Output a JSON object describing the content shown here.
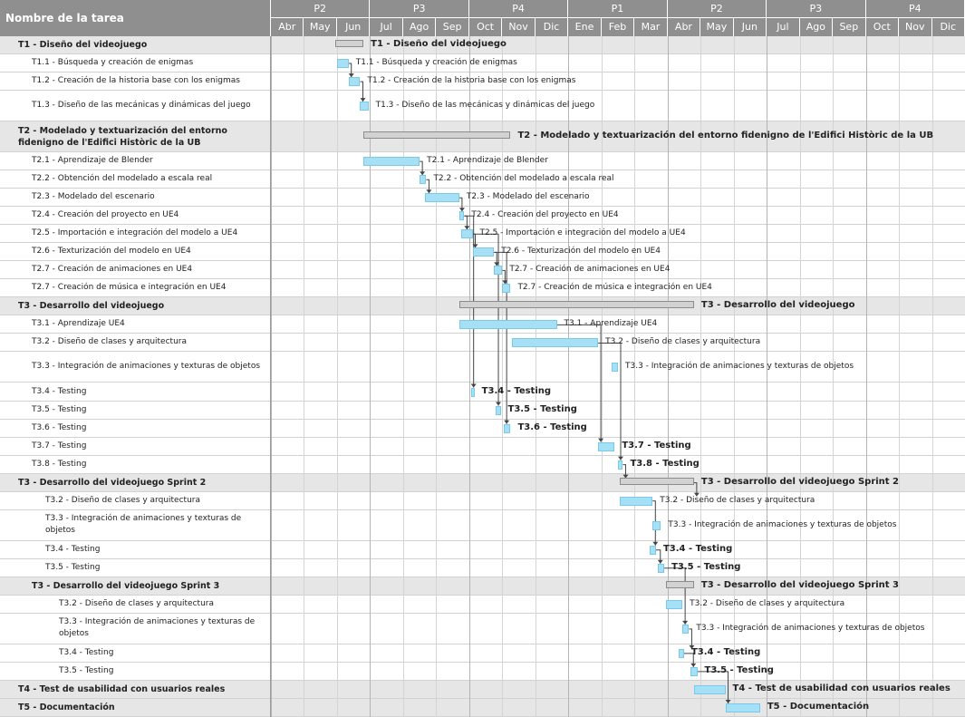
{
  "header": {
    "task_name_label": "Nombre de la tarea",
    "quarters": [
      "P2",
      "P3",
      "P4",
      "P1",
      "P2",
      "P3",
      "P4"
    ],
    "months": [
      "Abr",
      "May",
      "Jun",
      "Jul",
      "Ago",
      "Sep",
      "Oct",
      "Nov",
      "Dic",
      "Ene",
      "Feb",
      "Mar",
      "Abr",
      "May",
      "Jun",
      "Jul",
      "Ago",
      "Sep",
      "Oct",
      "Nov",
      "Dic"
    ]
  },
  "tasks": [
    {
      "name": "T1 - Diseño del videojuego",
      "bar_label": "T1 - Diseño del videojuego",
      "level": 0,
      "kind": "summary",
      "start": 1.95,
      "end": 2.8
    },
    {
      "name": "T1.1 - Búsqueda y creación de enigmas",
      "bar_label": "T1.1 - Búsqueda y creación de enigmas",
      "level": 1,
      "kind": "task",
      "start": 2.0,
      "end": 2.35
    },
    {
      "name": "T1.2 - Creación de la historia base con los enigmas",
      "bar_label": "T1.2 - Creación de la historia base con los enigmas",
      "level": 1,
      "kind": "task",
      "start": 2.35,
      "end": 2.7
    },
    {
      "name": "T1.3 - Diseño de las mecánicas y dinámicas del juego",
      "bar_label": "T1.3 - Diseño de las mecánicas y dinámicas del juego",
      "level": 1,
      "kind": "task",
      "start": 2.7,
      "end": 2.95
    },
    {
      "name": "T2 - Modelado y textuarización del entorno fidenigno de l'Edifici Històric de la UB",
      "bar_label": "T2 - Modelado y textuarización del entorno fidenigno de l'Edifici Històric de la UB",
      "level": 0,
      "kind": "summary",
      "start": 2.8,
      "end": 7.25
    },
    {
      "name": "T2.1 - Aprendizaje de Blender",
      "bar_label": "T2.1 - Aprendizaje de Blender",
      "level": 1,
      "kind": "task",
      "start": 2.8,
      "end": 4.5
    },
    {
      "name": "T2.2 - Obtención del modelado a escala real",
      "bar_label": "T2.2 - Obtención del modelado a escala real",
      "level": 1,
      "kind": "task",
      "start": 4.5,
      "end": 4.7
    },
    {
      "name": "T2.3 - Modelado del escenario",
      "bar_label": "T2.3 - Modelado del escenario",
      "level": 1,
      "kind": "task",
      "start": 4.65,
      "end": 5.7
    },
    {
      "name": "T2.4 - Creación del proyecto en UE4",
      "bar_label": "T2.4 - Creación del proyecto en UE4",
      "level": 1,
      "kind": "task",
      "start": 5.7,
      "end": 5.85
    },
    {
      "name": "T2.5 - Importación e integración del modelo a UE4",
      "bar_label": "T2.5 - Importación e integración del modelo a UE4",
      "level": 1,
      "kind": "task",
      "start": 5.75,
      "end": 6.1
    },
    {
      "name": "T2.6 - Texturización del modelo en UE4",
      "bar_label": "T2.6 - Texturización del modelo en UE4",
      "level": 1,
      "kind": "task",
      "start": 6.1,
      "end": 6.75
    },
    {
      "name": "T2.7 - Creación de animaciones en UE4",
      "bar_label": "T2.7 - Creación de animaciones en UE4",
      "level": 1,
      "kind": "task",
      "start": 6.75,
      "end": 7.0
    },
    {
      "name": "T2.7 - Creación de música e integración en UE4",
      "bar_label": "T2.7 - Creación de música e integración en UE4",
      "level": 1,
      "kind": "task",
      "start": 7.0,
      "end": 7.25
    },
    {
      "name": "T3 - Desarrollo del videojuego",
      "bar_label": "T3 - Desarrollo del videojuego",
      "level": 0,
      "kind": "summary",
      "start": 5.7,
      "end": 12.8
    },
    {
      "name": "T3.1 - Aprendizaje UE4",
      "bar_label": "T3.1 - Aprendizaje UE4",
      "level": 1,
      "kind": "task",
      "start": 5.7,
      "end": 8.65
    },
    {
      "name": "T3.2 - Diseño de clases y arquitectura",
      "bar_label": "T3.2 - Diseño de clases y arquitectura",
      "level": 1,
      "kind": "task",
      "start": 7.3,
      "end": 9.9
    },
    {
      "name": "T3.3 - Integración de animaciones y texturas de objetos",
      "bar_label": "T3.3 - Integración de animaciones y texturas de objetos",
      "level": 1,
      "kind": "task",
      "start": 10.3,
      "end": 10.5
    },
    {
      "name": "T3.4 - Testing",
      "bar_label": "T3.4 - Testing",
      "level": 1,
      "kind": "task",
      "start": 6.05,
      "end": 6.15
    },
    {
      "name": "T3.5 - Testing",
      "bar_label": "T3.5 - Testing",
      "level": 1,
      "kind": "task",
      "start": 6.8,
      "end": 6.95
    },
    {
      "name": "T3.6 - Testing",
      "bar_label": "T3.6 - Testing",
      "level": 1,
      "kind": "task",
      "start": 7.05,
      "end": 7.25
    },
    {
      "name": "T3.7 - Testing",
      "bar_label": "T3.7 - Testing",
      "level": 1,
      "kind": "task",
      "start": 9.9,
      "end": 10.4
    },
    {
      "name": "T3.8 - Testing",
      "bar_label": "T3.8 - Testing",
      "level": 1,
      "kind": "task",
      "start": 10.5,
      "end": 10.65
    },
    {
      "name": "T3 - Desarrollo del videojuego Sprint 2",
      "bar_label": "T3 - Desarrollo del videojuego Sprint 2",
      "level": 0,
      "kind": "summary",
      "start": 10.55,
      "end": 12.8
    },
    {
      "name": "T3.2 - Diseño de clases y arquitectura",
      "bar_label": "T3.2 - Diseño de clases y arquitectura",
      "level": 2,
      "kind": "task",
      "start": 10.55,
      "end": 11.55
    },
    {
      "name": "T3.3 - Integración de animaciones y texturas de objetos",
      "bar_label": "T3.3 - Integración de animaciones y texturas de objetos",
      "level": 2,
      "kind": "task",
      "start": 11.55,
      "end": 11.8
    },
    {
      "name": "T3.4 - Testing",
      "bar_label": "T3.4 - Testing",
      "level": 2,
      "kind": "task",
      "start": 11.45,
      "end": 11.65
    },
    {
      "name": "T3.5 - Testing",
      "bar_label": "T3.5 - Testing",
      "level": 2,
      "kind": "task",
      "start": 11.7,
      "end": 11.9
    },
    {
      "name": "T3 - Desarrollo del videojuego Sprint 3",
      "bar_label": "T3 - Desarrollo del videojuego Sprint 3",
      "level": 1,
      "kind": "summary",
      "start": 11.95,
      "end": 12.8
    },
    {
      "name": "T3.2 - Diseño de clases y arquitectura",
      "bar_label": "T3.2 - Diseño de clases y arquitectura",
      "level": 3,
      "kind": "task",
      "start": 11.95,
      "end": 12.45
    },
    {
      "name": "T3.3 - Integración de animaciones y texturas de objetos",
      "bar_label": "T3.3 - Integración de animaciones y texturas de objetos",
      "level": 3,
      "kind": "task",
      "start": 12.45,
      "end": 12.65
    },
    {
      "name": "T3.4 - Testing",
      "bar_label": "T3.4 - Testing",
      "level": 3,
      "kind": "task",
      "start": 12.35,
      "end": 12.5
    },
    {
      "name": "T3.5 - Testing",
      "bar_label": "T3.5 - Testing",
      "level": 3,
      "kind": "task",
      "start": 12.7,
      "end": 12.9
    },
    {
      "name": "T4 - Test de usabilidad con usuarios reales",
      "bar_label": "T4 - Test de usabilidad con usuarios reales",
      "level": 0,
      "kind": "task",
      "start": 12.8,
      "end": 13.75
    },
    {
      "name": "T5 - Documentación",
      "bar_label": "T5 - Documentación",
      "level": 0,
      "kind": "task",
      "start": 13.75,
      "end": 14.8
    }
  ],
  "links": [
    [
      1,
      2
    ],
    [
      2,
      3
    ],
    [
      5,
      6
    ],
    [
      6,
      7
    ],
    [
      7,
      8
    ],
    [
      8,
      9
    ],
    [
      9,
      10
    ],
    [
      10,
      11
    ],
    [
      11,
      12
    ],
    [
      8,
      17
    ],
    [
      9,
      18
    ],
    [
      10,
      19
    ],
    [
      14,
      20
    ],
    [
      15,
      21
    ],
    [
      21,
      22
    ],
    [
      22,
      23
    ],
    [
      23,
      25
    ],
    [
      25,
      26
    ],
    [
      26,
      29
    ],
    [
      29,
      30
    ],
    [
      30,
      31
    ],
    [
      31,
      33
    ],
    [
      33,
      34
    ]
  ],
  "colors": {
    "header_bg": "#8f8f8f",
    "group_row_bg": "#e6e6e6",
    "task_bar": "#a6e0f7",
    "summary_bar": "#d2d2d2"
  }
}
